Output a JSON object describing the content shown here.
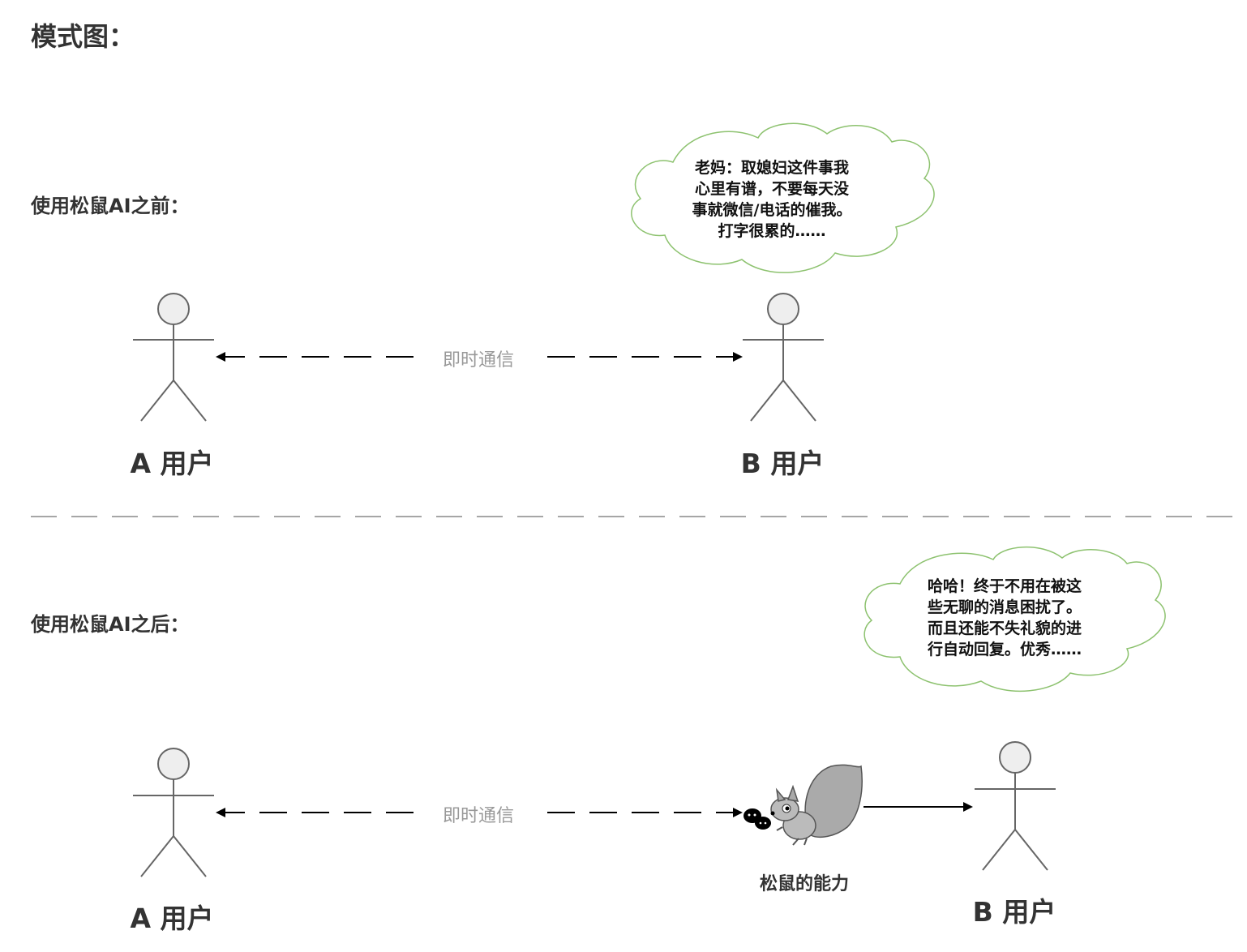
{
  "title": "模式图：",
  "sections": {
    "before": {
      "label": "使用松鼠AI之前：",
      "user_a": "A 用户",
      "user_b": "B 用户",
      "channel": "即时通信",
      "bubble_lines": [
        "老妈：取媳妇这件事我",
        "心里有谱，不要每天没",
        "事就微信/电话的催我。",
        "打字很累的……"
      ]
    },
    "after": {
      "label": "使用松鼠AI之后：",
      "user_a": "A 用户",
      "user_b": "B 用户",
      "channel": "即时通信",
      "capability": "松鼠的能力",
      "bubble_lines": [
        "哈哈！终于不用在被这",
        "些无聊的消息困扰了。",
        "而且还能不失礼貌的进",
        "行自动回复。优秀……"
      ]
    }
  },
  "colors": {
    "cloud_stroke": "#8dc26f",
    "actor_head_fill": "#eeeeee",
    "actor_stroke": "#666666",
    "arrow": "#000000",
    "channel_text": "#999999"
  }
}
